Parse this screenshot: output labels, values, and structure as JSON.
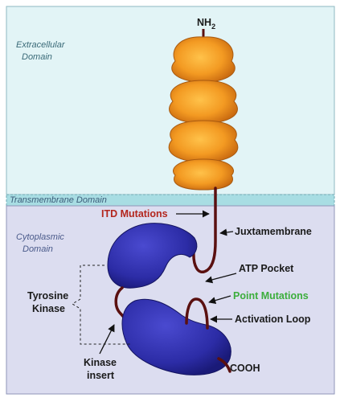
{
  "regions": {
    "extracellular": {
      "line1": "Extracellular",
      "line2": "Domain"
    },
    "transmembrane": "Transmembrane Domain",
    "cytoplasmic": {
      "line1": "Cytoplasmic",
      "line2": "Domain"
    }
  },
  "labels": {
    "n_terminus": "NH",
    "n_terminus_sub": "2",
    "itd": "ITD Mutations",
    "juxtamembrane": "Juxtamembrane",
    "atp_pocket": "ATP Pocket",
    "point_mutations": "Point Mutations",
    "activation_loop": "Activation Loop",
    "tyrosine_kinase_line1": "Tyrosine",
    "tyrosine_kinase_line2": "Kinase",
    "kinase_insert_line1": "Kinase",
    "kinase_insert_line2": "insert",
    "c_terminus": "COOH"
  },
  "colors": {
    "extracellular_bg": "#e2f4f6",
    "membrane": "#a8dde3",
    "cytoplasm_bg": "#dcddf0",
    "ig_domain": "#f09a2a",
    "kinase_lobe": "#2f2fa8",
    "linker": "#5a1010",
    "itd_text": "#b3261e",
    "point_mutation_text": "#3cae3c"
  }
}
